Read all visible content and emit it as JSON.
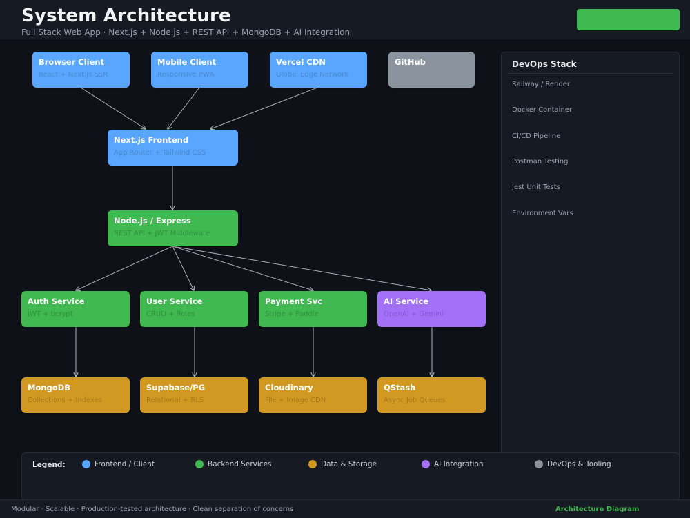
{
  "header": {
    "title": "System Architecture",
    "subtitle": "Full Stack Web App  ·  Next.js + Node.js + REST API + MongoDB + AI Integration"
  },
  "colors": {
    "frontend": "#58a6ff",
    "backend": "#3fb950",
    "data": "#d29922",
    "ai": "#a371f7",
    "devops": "#8b949e",
    "background": "#0e1118"
  },
  "nodes": {
    "browser_client": {
      "title": "Browser Client",
      "subtitle": "React + Next.js SSR"
    },
    "mobile_client": {
      "title": "Mobile Client",
      "subtitle": "Responsive PWA"
    },
    "vercel_cdn": {
      "title": "Vercel CDN",
      "subtitle": "Global Edge Network"
    },
    "github": {
      "title": "GitHub",
      "subtitle": ""
    },
    "nextjs_frontend": {
      "title": "Next.js Frontend",
      "subtitle": "App Router + Tailwind CSS"
    },
    "node_express": {
      "title": "Node.js / Express",
      "subtitle": "REST API + JWT Middleware"
    },
    "auth_service": {
      "title": "Auth Service",
      "subtitle": "JWT + bcrypt"
    },
    "user_service": {
      "title": "User Service",
      "subtitle": "CRUD + Roles"
    },
    "payment_svc": {
      "title": "Payment Svc",
      "subtitle": "Stripe + Paddle"
    },
    "ai_service": {
      "title": "AI Service",
      "subtitle": "OpenAI + Gemini"
    },
    "mongodb": {
      "title": "MongoDB",
      "subtitle": "Collections + Indexes"
    },
    "supabase_pg": {
      "title": "Supabase/PG",
      "subtitle": "Relational + RLS"
    },
    "cloudinary": {
      "title": "Cloudinary",
      "subtitle": "File + Image CDN"
    },
    "qstash": {
      "title": "QStash",
      "subtitle": "Async Job Queues"
    }
  },
  "devops": {
    "title": "DevOps Stack",
    "items": [
      "Railway / Render",
      "Docker Container",
      "CI/CD Pipeline",
      "Postman Testing",
      "Jest Unit Tests",
      "Environment Vars"
    ]
  },
  "legend": {
    "label": "Legend:",
    "items": [
      {
        "label": "Frontend / Client",
        "color": "#58a6ff"
      },
      {
        "label": "Backend Services",
        "color": "#3fb950"
      },
      {
        "label": "Data & Storage",
        "color": "#d29922"
      },
      {
        "label": "AI Integration",
        "color": "#a371f7"
      },
      {
        "label": "DevOps & Tooling",
        "color": "#8b949e"
      }
    ]
  },
  "footer": {
    "left": "Modular · Scalable · Production-tested architecture  ·  Clean separation of concerns",
    "right": "Architecture Diagram"
  }
}
